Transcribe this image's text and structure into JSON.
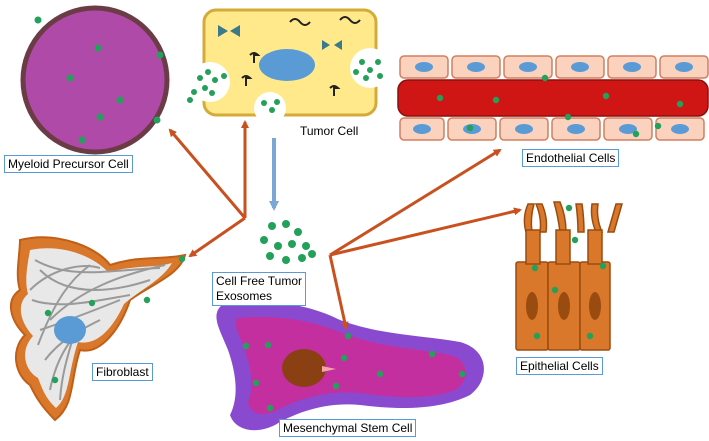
{
  "labels": {
    "myeloid": "Myeloid Precursor Cell",
    "tumor": "Tumor Cell",
    "endothelial": "Endothelial Cells",
    "exosomes_line1": "Cell Free Tumor",
    "exosomes_line2": "Exosomes",
    "fibroblast": "Fibroblast",
    "epithelial": "Epithelial Cells",
    "mesenchymal": "Mesenchymal Stem Cell"
  },
  "colors": {
    "arrow": "#c9501f",
    "arrow_down": "#7aa7d6",
    "exosome": "#23a05a",
    "myeloid_fill": "#b04aa8",
    "myeloid_stroke": "#6b3b46",
    "tumor_fill": "#ffe98a",
    "tumor_stroke": "#d6aa3a",
    "nucleus_blue": "#5a9bd6",
    "endo_cell": "#fbd2bd",
    "endo_stroke": "#d08060",
    "vessel": "#d01515",
    "epithelial": "#d9772b",
    "epithelial_stroke": "#9a4c10",
    "fibro_outer": "#d9772b",
    "fibro_inner": "#e8e8e8",
    "fibro_fiber": "#9a9a9a",
    "msc_outer": "#8a4ad0",
    "msc_inner": "#c42fa0",
    "msc_nucleus": "#8a4012",
    "label_border": "#5b9bd5"
  },
  "icons": [
    "myeloid-cell",
    "tumor-cell",
    "endothelial-vessel",
    "exosome-cluster",
    "fibroblast-cell",
    "epithelial-cells",
    "mesenchymal-stem-cell"
  ]
}
